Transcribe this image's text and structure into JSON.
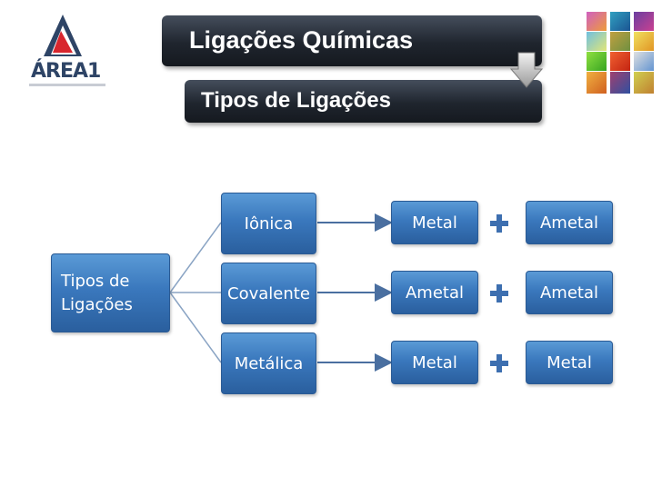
{
  "logo": {
    "text": "ÁREA1"
  },
  "header": {
    "title": "Ligações Químicas",
    "subtitle": "Tipos de Ligações"
  },
  "colors": {
    "banner": "#1f252e",
    "node": "#3a78bd",
    "plus": "#3d6fb0",
    "connector": "#4a6fa0"
  },
  "diagram": {
    "root": "Tipos de Ligações",
    "rows": [
      {
        "type": "Iônica",
        "left": "Metal",
        "right": "Ametal"
      },
      {
        "type": "Covalente",
        "left": "Ametal",
        "right": "Ametal"
      },
      {
        "type": "Metálica",
        "left": "Metal",
        "right": "Metal"
      }
    ]
  }
}
